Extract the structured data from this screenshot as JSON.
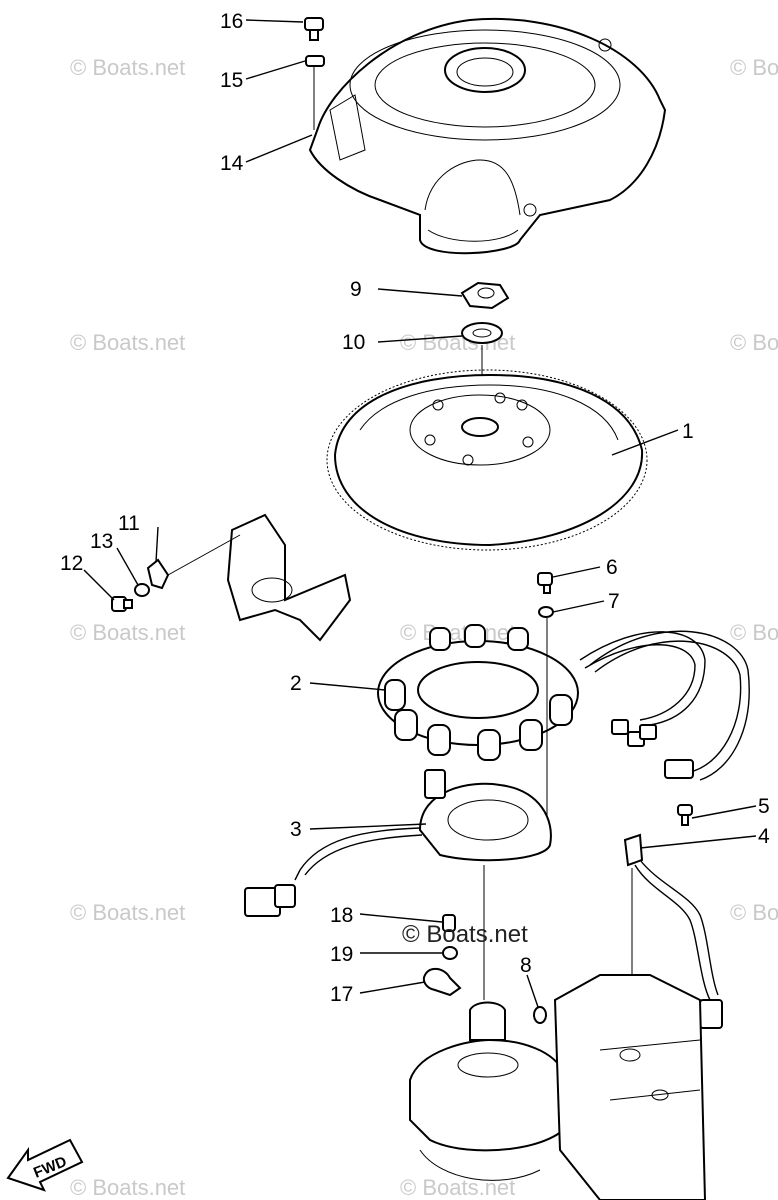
{
  "watermark_text": "© Boats.net",
  "center_watermark": "© Boats.net",
  "fwd_label": "FWD",
  "callouts": [
    {
      "num": "1"
    },
    {
      "num": "2"
    },
    {
      "num": "3"
    },
    {
      "num": "4"
    },
    {
      "num": "5"
    },
    {
      "num": "6"
    },
    {
      "num": "7"
    },
    {
      "num": "8"
    },
    {
      "num": "9"
    },
    {
      "num": "10"
    },
    {
      "num": "11"
    },
    {
      "num": "12"
    },
    {
      "num": "13"
    },
    {
      "num": "14"
    },
    {
      "num": "15"
    },
    {
      "num": "16"
    },
    {
      "num": "17"
    },
    {
      "num": "18"
    },
    {
      "num": "19"
    }
  ]
}
